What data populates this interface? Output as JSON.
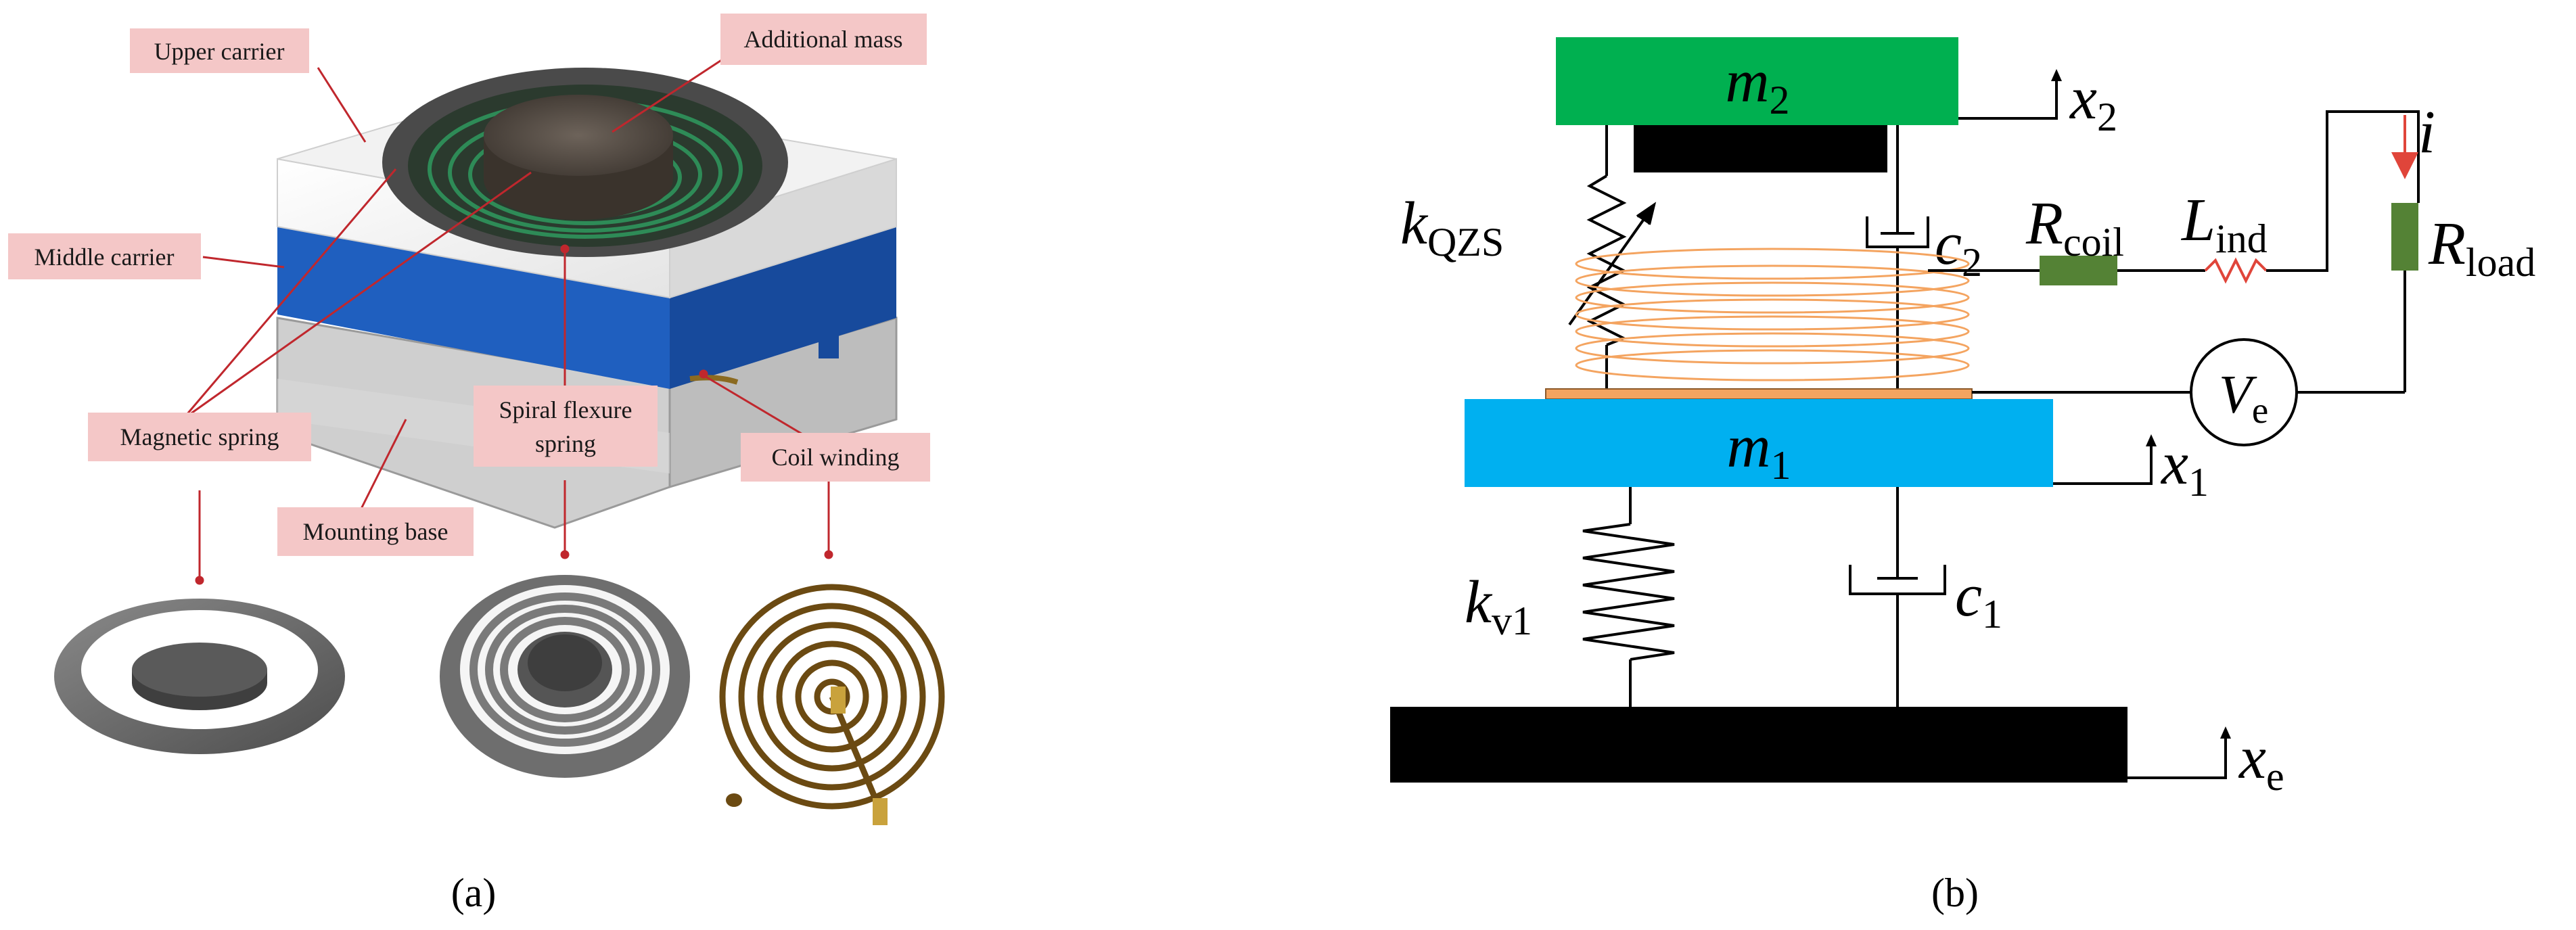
{
  "panel_a": {
    "caption": "(a)",
    "labels": {
      "upper_carrier": "Upper carrier",
      "additional_mass": "Additional mass",
      "middle_carrier": "Middle carrier",
      "magnetic_spring": "Magnetic spring",
      "spiral_flexure_spring_1": "Spiral flexure",
      "spiral_flexure_spring_2": "spring",
      "coil_winding": "Coil winding",
      "mounting_base": "Mounting base"
    }
  },
  "panel_b": {
    "caption": "(b)",
    "m2": {
      "sym": "m",
      "sub": "2"
    },
    "m1": {
      "sym": "m",
      "sub": "1"
    },
    "x2": {
      "sym": "x",
      "sub": "2"
    },
    "x1": {
      "sym": "x",
      "sub": "1"
    },
    "xe": {
      "sym": "x",
      "sub": "e"
    },
    "kqzs": {
      "sym": "k",
      "sub": "QZS"
    },
    "kv1": {
      "sym": "k",
      "sub": "v1"
    },
    "c2": {
      "sym": "c",
      "sub": "2"
    },
    "c1": {
      "sym": "c",
      "sub": "1"
    },
    "rcoil": {
      "sym": "R",
      "sub": "coil"
    },
    "lind": {
      "sym": "L",
      "sub": "ind"
    },
    "rload": {
      "sym": "R",
      "sub": "load"
    },
    "ve": {
      "sym": "V",
      "sub": "e"
    },
    "i": {
      "sym": "i"
    }
  },
  "colors": {
    "label_box": "#f4c7c7",
    "pointer": "#c0272d",
    "m2": "#00b050",
    "m1": "#00b0f0",
    "coil": "#f4a460",
    "resistor": "#548235",
    "middle_carrier": "#1f5fbf",
    "current_arrow": "#e0453a"
  }
}
